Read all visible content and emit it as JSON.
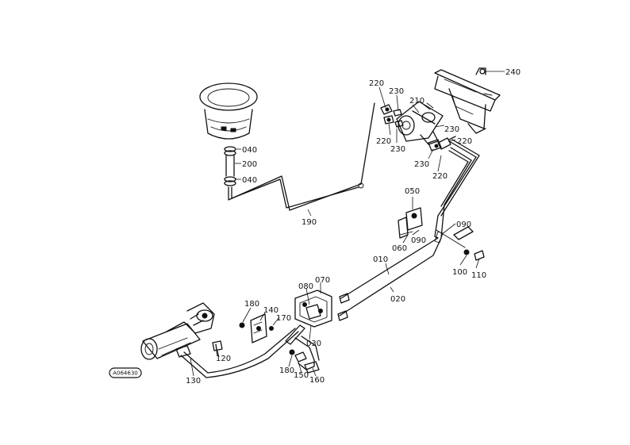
{
  "diagram": {
    "labels": {
      "p010": "010",
      "p020": "020",
      "p030": "030",
      "p040a": "040",
      "p040b": "040",
      "p050": "050",
      "p060": "060",
      "p070": "070",
      "p080": "080",
      "p090a": "090",
      "p090b": "090",
      "p100": "100",
      "p110": "110",
      "p120": "120",
      "p130": "130",
      "p140": "140",
      "p150": "150",
      "p160": "160",
      "p170": "170",
      "p180a": "180",
      "p180b": "180",
      "p190": "190",
      "p200": "200",
      "p210": "210",
      "p220a": "220",
      "p220b": "220",
      "p220c": "220",
      "p220d": "220",
      "p230a": "230",
      "p230b": "230",
      "p230c": "230",
      "p230d": "230",
      "p240": "240"
    },
    "drawing_code": "A064630"
  }
}
